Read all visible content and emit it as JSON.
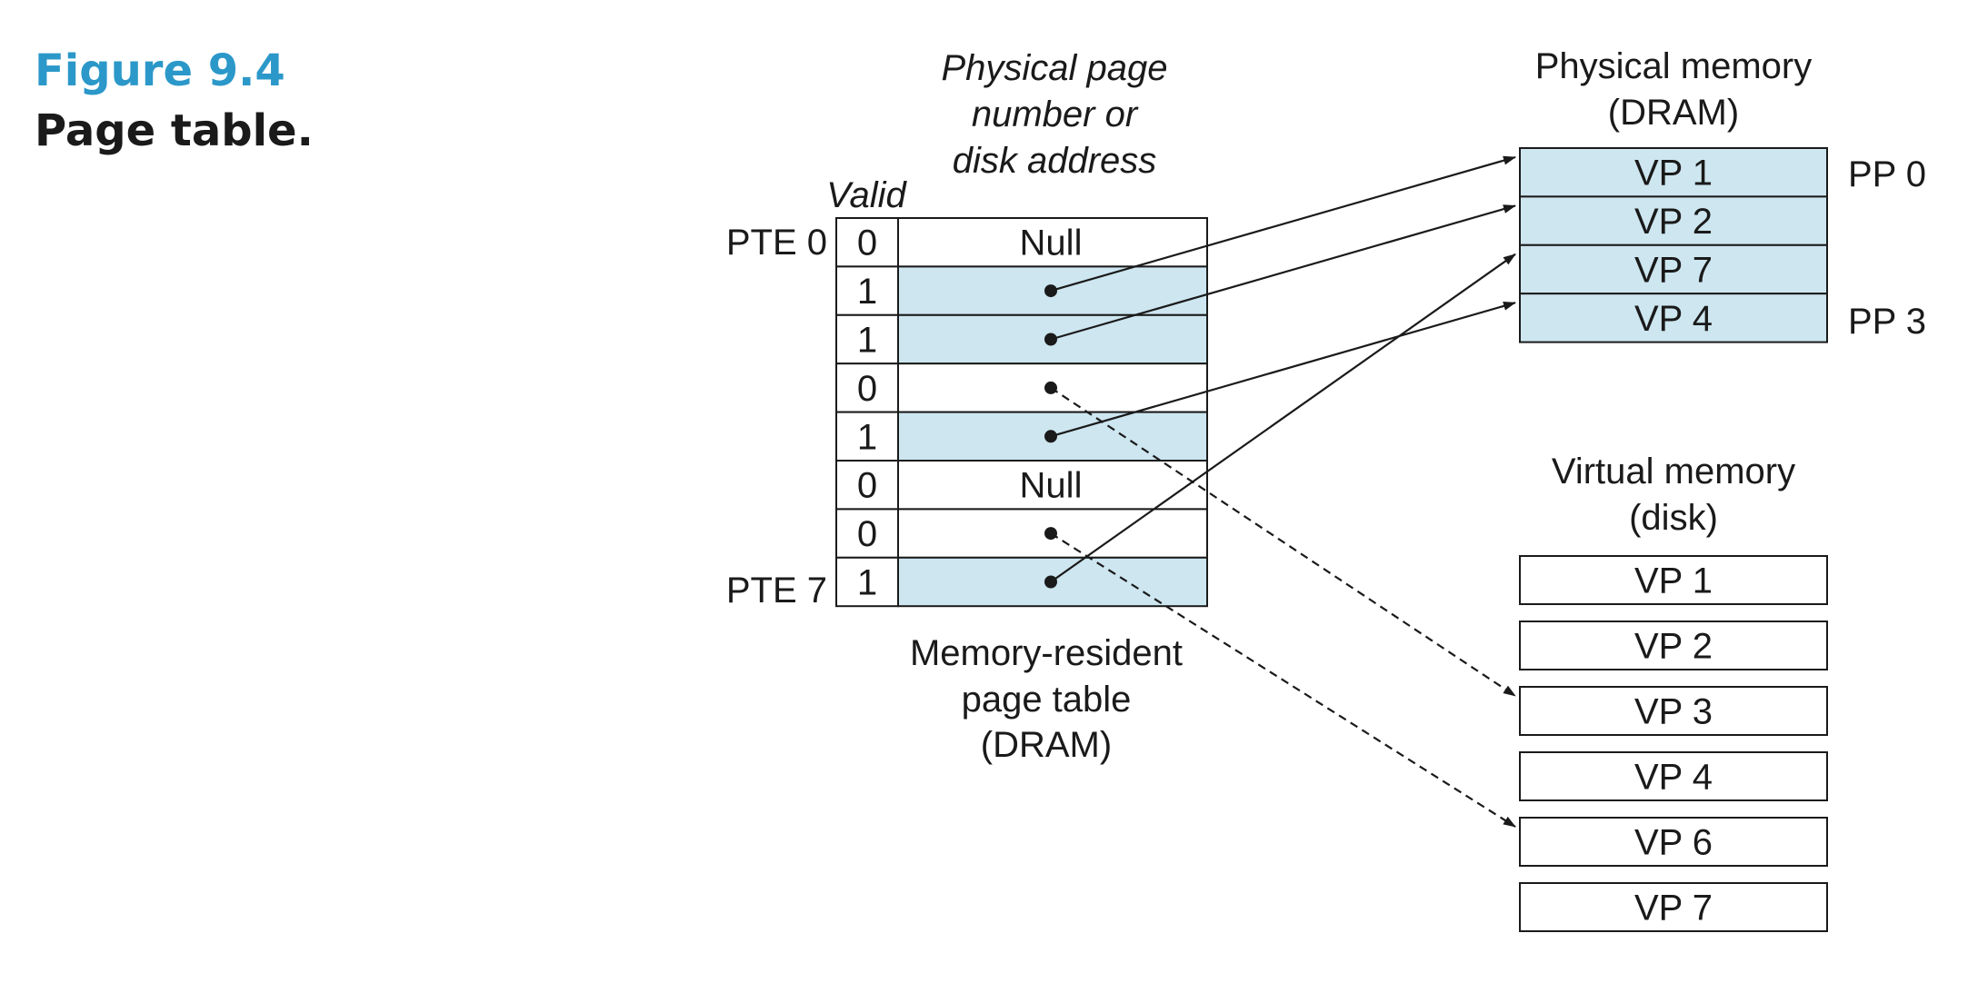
{
  "figure": {
    "label": "Figure 9.4",
    "title": "Page table."
  },
  "page_table": {
    "header_ppn_lines": [
      "Physical page",
      "number or",
      "disk address"
    ],
    "header_valid": "Valid",
    "pte_first_label": "PTE 0",
    "pte_last_label": "PTE 7",
    "caption_lines": [
      "Memory-resident",
      "page table",
      "(DRAM)"
    ],
    "rows": [
      {
        "valid": "0",
        "addr": "Null",
        "pointer": "none"
      },
      {
        "valid": "1",
        "addr": "",
        "pointer": "physical",
        "target": "VP 1"
      },
      {
        "valid": "1",
        "addr": "",
        "pointer": "physical",
        "target": "VP 2"
      },
      {
        "valid": "0",
        "addr": "",
        "pointer": "disk",
        "target": "VP 3"
      },
      {
        "valid": "1",
        "addr": "",
        "pointer": "physical",
        "target": "VP 4"
      },
      {
        "valid": "0",
        "addr": "Null",
        "pointer": "none"
      },
      {
        "valid": "0",
        "addr": "",
        "pointer": "disk",
        "target": "VP 6"
      },
      {
        "valid": "1",
        "addr": "",
        "pointer": "physical",
        "target": "VP 7"
      }
    ]
  },
  "physical_memory": {
    "title_lines": [
      "Physical memory",
      "(DRAM)"
    ],
    "pages": [
      "VP 1",
      "VP 2",
      "VP 7",
      "VP 4"
    ],
    "pp_first_label": "PP 0",
    "pp_last_label": "PP 3"
  },
  "virtual_memory": {
    "title_lines": [
      "Virtual memory",
      "(disk)"
    ],
    "pages": [
      "VP 1",
      "VP 2",
      "VP 3",
      "VP 4",
      "VP 6",
      "VP 7"
    ]
  },
  "colors": {
    "resident_fill": "#cde6f0",
    "figure_label": "#2b98c9",
    "line": "#1a1a1a"
  }
}
